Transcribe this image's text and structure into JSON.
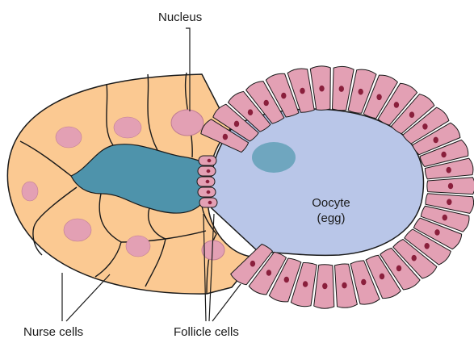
{
  "labels": {
    "nucleus": "Nucleus",
    "oocyte_line1": "Oocyte",
    "oocyte_line2": "(egg)",
    "nurse_cells": "Nurse cells",
    "follicle_cells": "Follicle cells"
  },
  "colors": {
    "nurse_cell_fill": "#fbc992",
    "nucleus_fill": "#e3a0b4",
    "oocyte_fill": "#b9c6e8",
    "oocyte_nucleus_fill": "#6fa6bf",
    "cytoplasm_channel_fill": "#4e93ab",
    "follicle_cell_fill": "#e3a0b4",
    "follicle_nucleus_fill": "#8a1f3c",
    "outline": "#1a1a1a"
  }
}
